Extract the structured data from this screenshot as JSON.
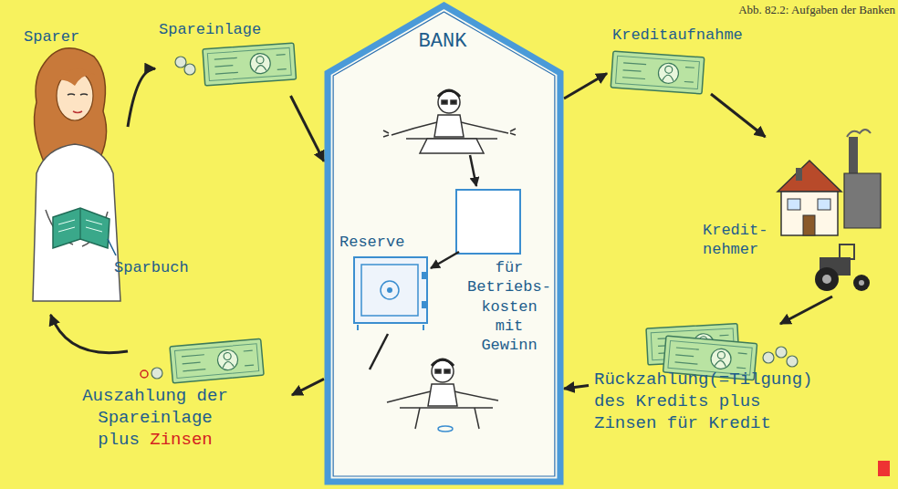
{
  "diagram": {
    "title": "Abb. 82.2: Aufgaben der Banken",
    "nodes": [
      {
        "text": [
          "Sparer"
        ]
      },
      {
        "text": [
          "Spareinlage"
        ]
      },
      {
        "text": [
          "BANK"
        ]
      },
      {
        "text": [
          "Reserve"
        ],
        "in": 2
      },
      {
        "text": [
          "Kreditaufnahme"
        ]
      },
      {
        "text": [
          "Kredit- nehmer"
        ]
      },
      {
        "text": [
          "Rückzahlung(=Tilgung) des Kredits plus Zinsen für Kredit"
        ]
      },
      {
        "text": [
          "Auszahlung der Spareinlage plus",
          "Zinsen"
        ]
      }
    ],
    "edges": [
      {
        "from": 0,
        "to": 1,
        "arrow": "to"
      },
      {
        "from": 1,
        "to": 2,
        "arrow": "to"
      },
      {
        "from": 2,
        "to": 4,
        "arrow": "to"
      },
      {
        "from": 4,
        "to": 5,
        "arrow": "to"
      },
      {
        "from": 5,
        "to": 6,
        "arrow": "to"
      },
      {
        "from": 6,
        "to": 2,
        "arrow": "to"
      },
      {
        "from": 2,
        "to": 7,
        "arrow": "to"
      },
      {
        "from": 7,
        "to": 0,
        "arrow": "to"
      }
    ],
    "labels": [
      "Sparbuch",
      "für Betriebs- kosten mit Gewinn"
    ]
  }
}
